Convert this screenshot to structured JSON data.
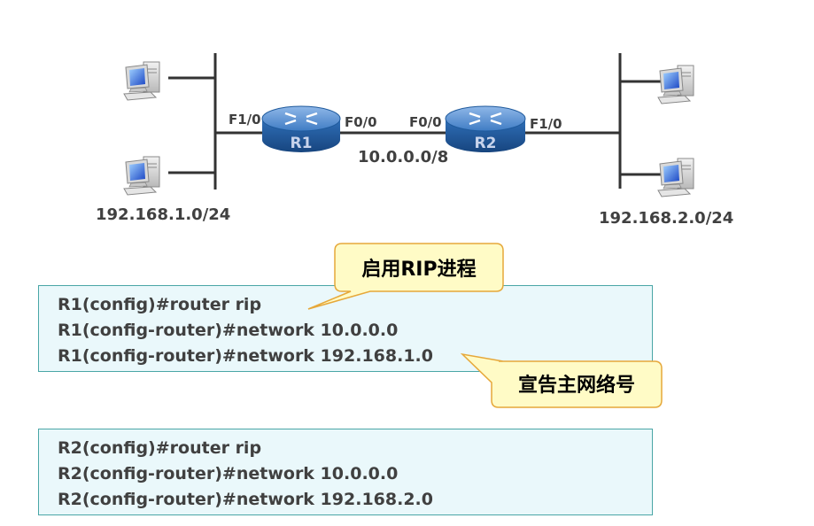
{
  "network": {
    "left_subnet": "192.168.1.0/24",
    "right_subnet": "192.168.2.0/24",
    "middle_subnet": "10.0.0.0/8"
  },
  "routers": [
    {
      "name": "R1",
      "left_port": "F1/0",
      "right_port": "F0/0"
    },
    {
      "name": "R2",
      "left_port": "F0/0",
      "right_port": "F1/0"
    }
  ],
  "config_r1": {
    "lines": [
      "R1(config)#router rip",
      "R1(config-router)#network 10.0.0.0",
      "R1(config-router)#network 192.168.1.0"
    ]
  },
  "config_r2": {
    "lines": [
      "R2(config)#router rip",
      "R2(config-router)#network 10.0.0.0",
      "R2(config-router)#network 192.168.2.0"
    ]
  },
  "callouts": {
    "enable_rip": "启用RIP进程",
    "advertise_network": "宣告主网络号"
  },
  "colors": {
    "router_blue": "#2a67ad",
    "config_bg": "#eaf8fb",
    "config_border": "#4aa6a6",
    "callout_fill": "#fffbc6",
    "callout_border": "#e6a83a",
    "label_gray": "#404040"
  }
}
